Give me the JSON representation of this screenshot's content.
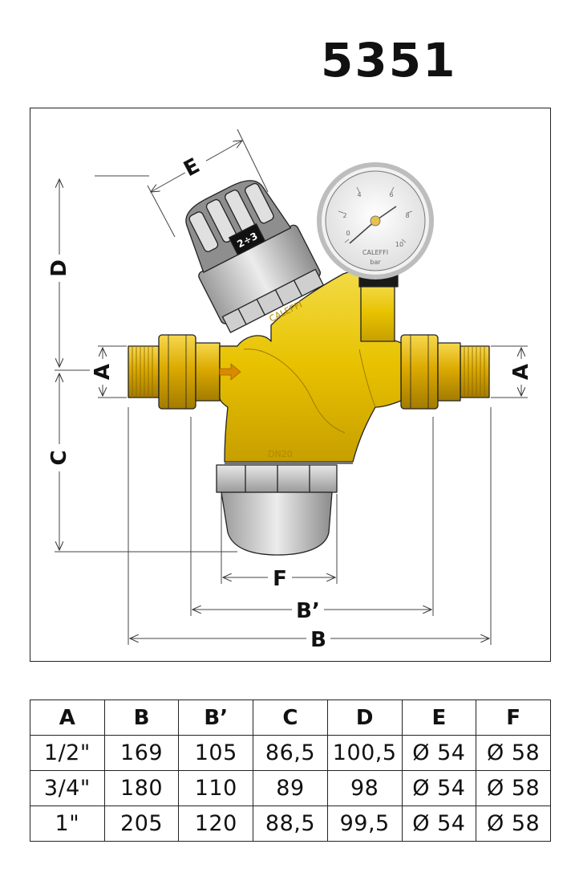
{
  "model_number": "5351",
  "drawing": {
    "dimension_labels": {
      "A": "A",
      "B": "B",
      "B_prime": "B’",
      "C": "C",
      "D": "D",
      "E": "E",
      "F": "F"
    },
    "gauge": {
      "scale": [
        "0",
        "2",
        "4",
        "6",
        "8",
        "10"
      ],
      "unit": "bar",
      "brand": "CALEFFI"
    },
    "knob_marking": "2÷3",
    "body_marking": "CALEFFI",
    "size_marking": "DN20",
    "colors": {
      "body": "#e8c200",
      "brass": "#dcaa00",
      "outline": "#222222"
    }
  },
  "table": {
    "headers": [
      "A",
      "B",
      "B’",
      "C",
      "D",
      "E",
      "F"
    ],
    "rows": [
      [
        "1/2\"",
        "169",
        "105",
        "86,5",
        "100,5",
        "Ø 54",
        "Ø 58"
      ],
      [
        "3/4\"",
        "180",
        "110",
        "89",
        "98",
        "Ø 54",
        "Ø 58"
      ],
      [
        "1\"",
        "205",
        "120",
        "88,5",
        "99,5",
        "Ø 54",
        "Ø 58"
      ]
    ]
  }
}
